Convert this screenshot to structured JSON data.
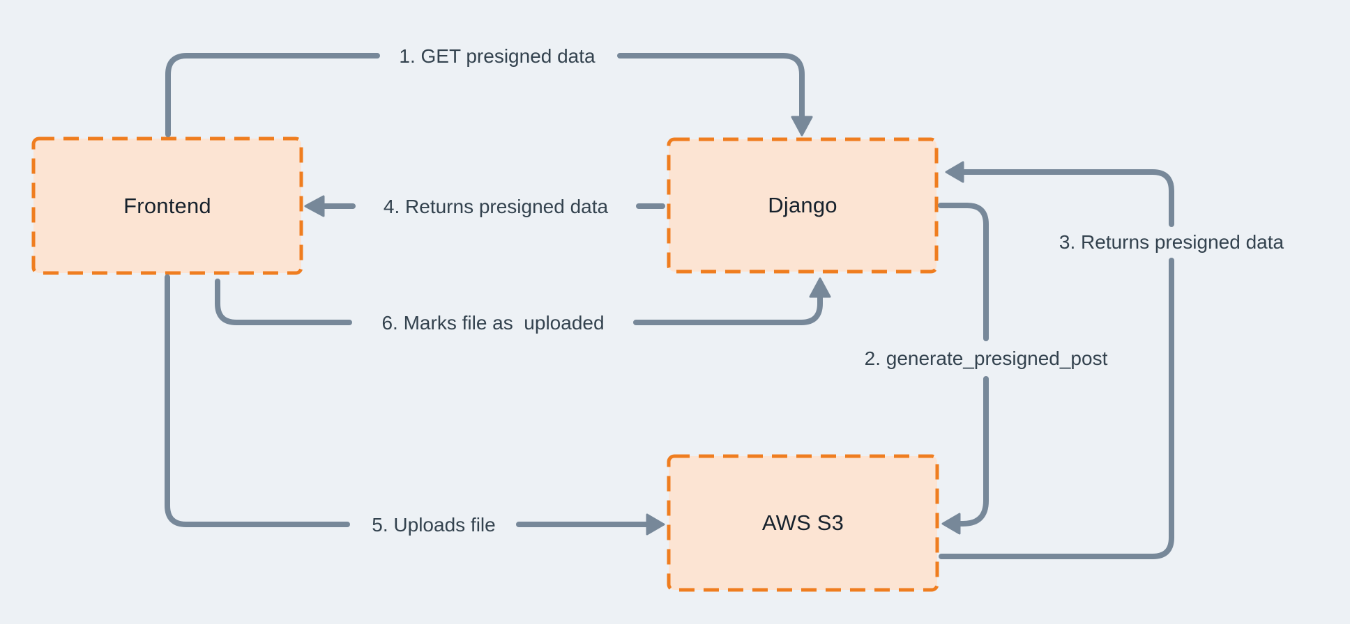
{
  "diagram": {
    "nodes": [
      {
        "id": "frontend",
        "label": "Frontend"
      },
      {
        "id": "django",
        "label": "Django"
      },
      {
        "id": "aws-s3",
        "label": "AWS S3"
      }
    ],
    "edges": [
      {
        "id": "1",
        "label": "1. GET presigned data",
        "from": "frontend",
        "to": "django"
      },
      {
        "id": "2",
        "label": "2. generate_presigned_post",
        "from": "django",
        "to": "aws-s3"
      },
      {
        "id": "3",
        "label": "3. Returns presigned data",
        "from": "aws-s3",
        "to": "django"
      },
      {
        "id": "4",
        "label": "4. Returns presigned data",
        "from": "django",
        "to": "frontend"
      },
      {
        "id": "5",
        "label": "5. Uploads file",
        "from": "frontend",
        "to": "aws-s3"
      },
      {
        "id": "6",
        "label": "6. Marks file as  uploaded",
        "from": "frontend",
        "to": "django"
      }
    ],
    "colors": {
      "background": "#EDF1F5",
      "node_fill": "#FCE4D3",
      "node_border": "#EF7D1F",
      "arrow": "#778899",
      "edge_label_text": "#33424E",
      "node_label_text": "#16212C"
    }
  }
}
